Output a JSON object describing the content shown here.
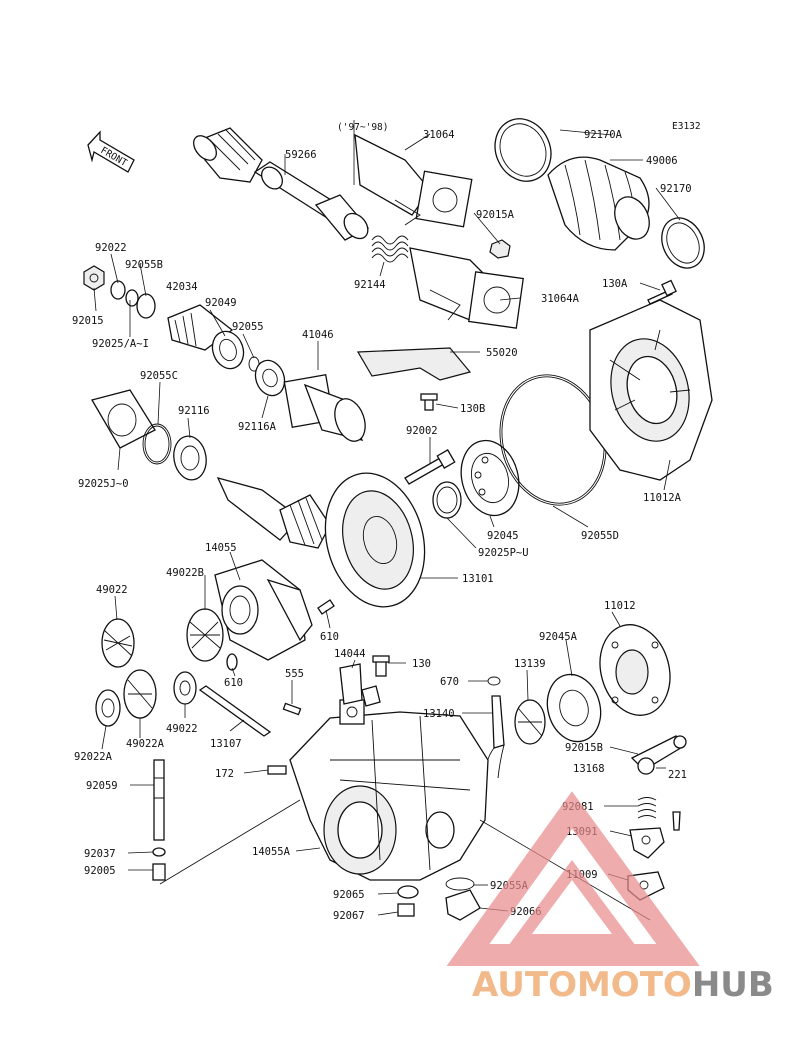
{
  "diagram": {
    "code": "E3132",
    "front_label": "FRONT",
    "years_note": "('97~'98)"
  },
  "callouts": {
    "c31064": "31064",
    "c92170A": "92170A",
    "c49006": "49006",
    "c59266": "59266",
    "c92170": "92170",
    "c92015A": "92015A",
    "c92144": "92144",
    "c31064A": "31064A",
    "c130A": "130A",
    "c92022": "92022",
    "c92055B": "92055B",
    "c42034": "42034",
    "c92049": "92049",
    "c92015": "92015",
    "c92055": "92055",
    "c41046": "41046",
    "c92025AI": "92025/A~I",
    "c55020": "55020",
    "c92055C": "92055C",
    "c130B": "130B",
    "c92116": "92116",
    "c92116A": "92116A",
    "c92002": "92002",
    "c92025J0": "92025J~0",
    "c11012A": "11012A",
    "c92045": "92045",
    "c92055D": "92055D",
    "c92025PU": "92025P~U",
    "c14055": "14055",
    "c49022B": "49022B",
    "c13101": "13101",
    "c49022": "49022",
    "c11012": "11012",
    "c92045A": "92045A",
    "c610a": "610",
    "c14044": "14044",
    "c130": "130",
    "c13139": "13139",
    "c610b": "610",
    "c555": "555",
    "c670": "670",
    "c49022b": "49022",
    "c13140": "13140",
    "c92022A": "92022A",
    "c49022A": "49022A",
    "c13107": "13107",
    "c92015B": "92015B",
    "c13168": "13168",
    "c172": "172",
    "c221": "221",
    "c92059": "92059",
    "c92081": "92081",
    "c13091": "13091",
    "c92037": "92037",
    "c14055A": "14055A",
    "c92005": "92005",
    "c11009": "11009",
    "c92055A": "92055A",
    "c92065": "92065",
    "c92067": "92067",
    "c92066": "92066"
  },
  "watermark": {
    "part1": "AUTOMOTO",
    "part2": "HUB",
    "color1": "#f2b98a",
    "color2": "#8a8a8a",
    "triangle_color": "#e98a8a"
  }
}
